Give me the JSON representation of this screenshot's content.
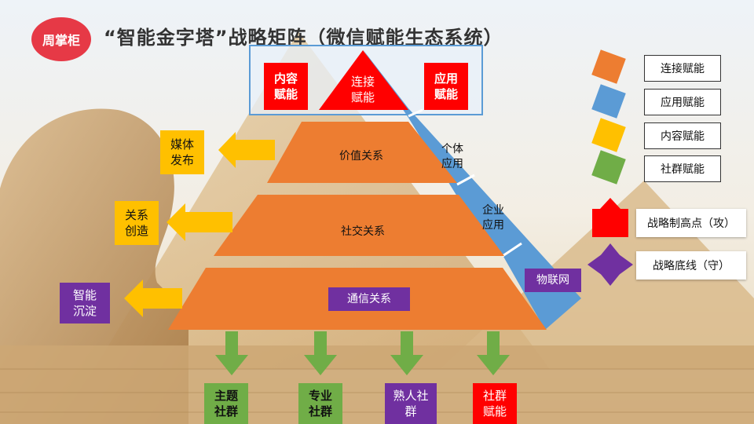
{
  "logo": "周掌柜",
  "title": "“智能金字塔”战略矩阵（微信赋能生态系统）",
  "apex": {
    "label_line1": "连接",
    "label_line2": "赋能"
  },
  "top_boxes": {
    "left": {
      "line1": "内容",
      "line2": "赋能"
    },
    "right": {
      "line1": "应用",
      "line2": "赋能"
    }
  },
  "layers": [
    {
      "label": "价值关系"
    },
    {
      "label": "社交关系"
    },
    {
      "label": "通信关系"
    }
  ],
  "side_labels": [
    {
      "line1": "个体",
      "line2": "应用"
    },
    {
      "line1": "企业",
      "line2": "应用"
    },
    {
      "line1": "物联网",
      "line2": ""
    }
  ],
  "left_outputs": [
    {
      "line1": "媒体",
      "line2": "发布"
    },
    {
      "line1": "关系",
      "line2": "创造"
    },
    {
      "line1": "智能",
      "line2": "沉淀"
    }
  ],
  "bottom_outputs": [
    {
      "line1": "主题",
      "line2": "社群"
    },
    {
      "line1": "专业",
      "line2": "社群"
    },
    {
      "line1": "熟人社",
      "line2": "群"
    },
    {
      "line1": "社群",
      "line2": "赋能"
    }
  ],
  "legend": [
    {
      "label": "连接赋能",
      "color": "#ED7D31"
    },
    {
      "label": "应用赋能",
      "color": "#5B9BD5"
    },
    {
      "label": "内容赋能",
      "color": "#FFC000"
    },
    {
      "label": "社群赋能",
      "color": "#70AD47"
    }
  ],
  "symbols": [
    {
      "label": "战略制高点（攻）",
      "color": "#FF0000"
    },
    {
      "label": "战略底线（守）",
      "color": "#7030A0"
    }
  ],
  "colors": {
    "orange": "#ED7D31",
    "blue": "#5B9BD5",
    "red": "#FF0000",
    "yellow": "#FFC000",
    "green": "#70AD47",
    "purple": "#7030A0",
    "sky_top": "#dfe9f3",
    "sand": "#d9b27a"
  }
}
